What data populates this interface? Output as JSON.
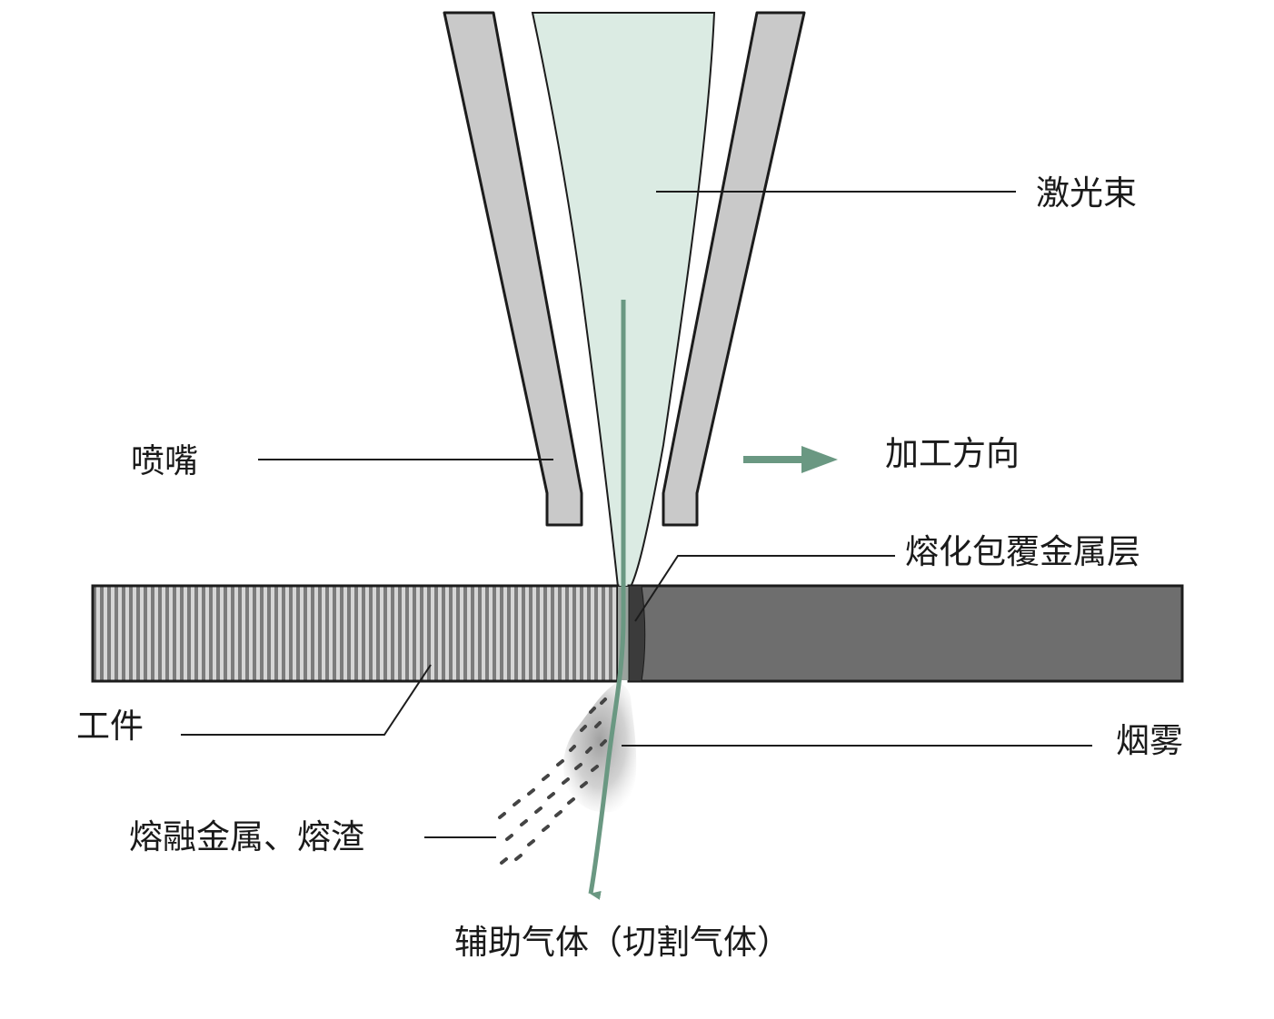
{
  "labels": {
    "laser_beam": "激光束",
    "nozzle": "喷嘴",
    "direction": "加工方向",
    "molten_layer": "熔化包覆金属层",
    "workpiece": "工件",
    "smoke": "烟雾",
    "molten_slag": "熔融金属、熔渣",
    "assist_gas": "辅助气体（切割气体）"
  },
  "colors": {
    "beam_fill": "#dbebe3",
    "arrow": "#6a9882",
    "nozzle_fill": "#c9c9c9",
    "plate_fill": "#6e6e6e",
    "stroke": "#1c1c1c",
    "smoke": "#aaaaaa",
    "particles": "#444444"
  }
}
